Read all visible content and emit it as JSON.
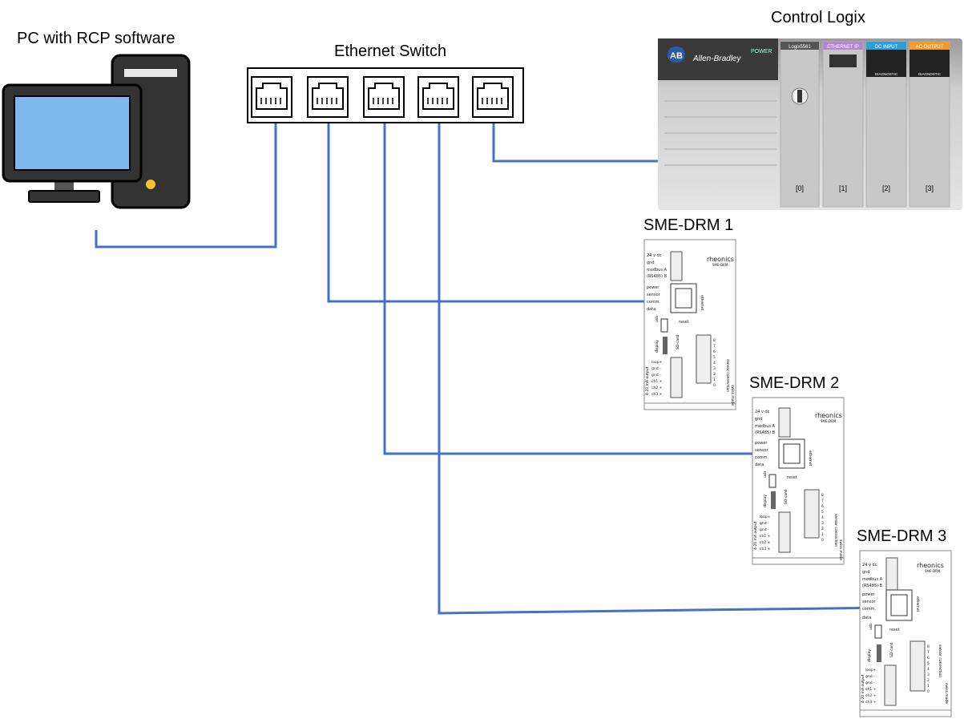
{
  "labels": {
    "pc": "PC with RCP software",
    "switch": "Ethernet Switch",
    "plc": "Control Logix",
    "drm1": "SME-DRM 1",
    "drm2": "SME-DRM 2",
    "drm3": "SME-DRM 3"
  },
  "plc": {
    "brand_badge": "AB",
    "brand": "Allen-Bradley",
    "power": "POWER",
    "module_logix": "Logix5561",
    "module_enet": "ETHERNET IP",
    "module_dc_input": "DC INPUT",
    "module_ac_output": "AC OUTPUT",
    "diagnostic": "DIAGNOSTIC",
    "slots": [
      "[0]",
      "[1]",
      "[2]",
      "[3]"
    ]
  },
  "drm": {
    "brand": "rheonics",
    "model": "SME-DRM",
    "left_labels": [
      "24 v dc",
      "gnd",
      "modbus A",
      "(RS485) B",
      "power",
      "sensor",
      "comm.",
      "data"
    ],
    "ethernet": "ethernet",
    "reset": "reset",
    "usb": "usb",
    "display": "display",
    "sd_card": "SD-card",
    "output_group": "4-20 mA output",
    "output_labels": [
      "loop+",
      "gnd -",
      "gnd -",
      "ch1 +",
      "ch2 +",
      "ch3 +"
    ],
    "sensor_group": "sensor connection",
    "sensor_pins": [
      "8",
      "7",
      "6",
      "5",
      "4",
      "3",
      "2",
      "1",
      "0"
    ],
    "footer": "swiss made"
  },
  "colors": {
    "cable": "#4472c4",
    "monitor_screen": "#7cb8ee",
    "pc_body": "#333333",
    "plc_module": "#d6d6d6",
    "enet_header": "#b784d6",
    "dc_header": "#2aa0d9",
    "ac_header": "#f39a2c"
  },
  "icons": [
    "desktop-pc-icon",
    "rj45-port-icon"
  ]
}
